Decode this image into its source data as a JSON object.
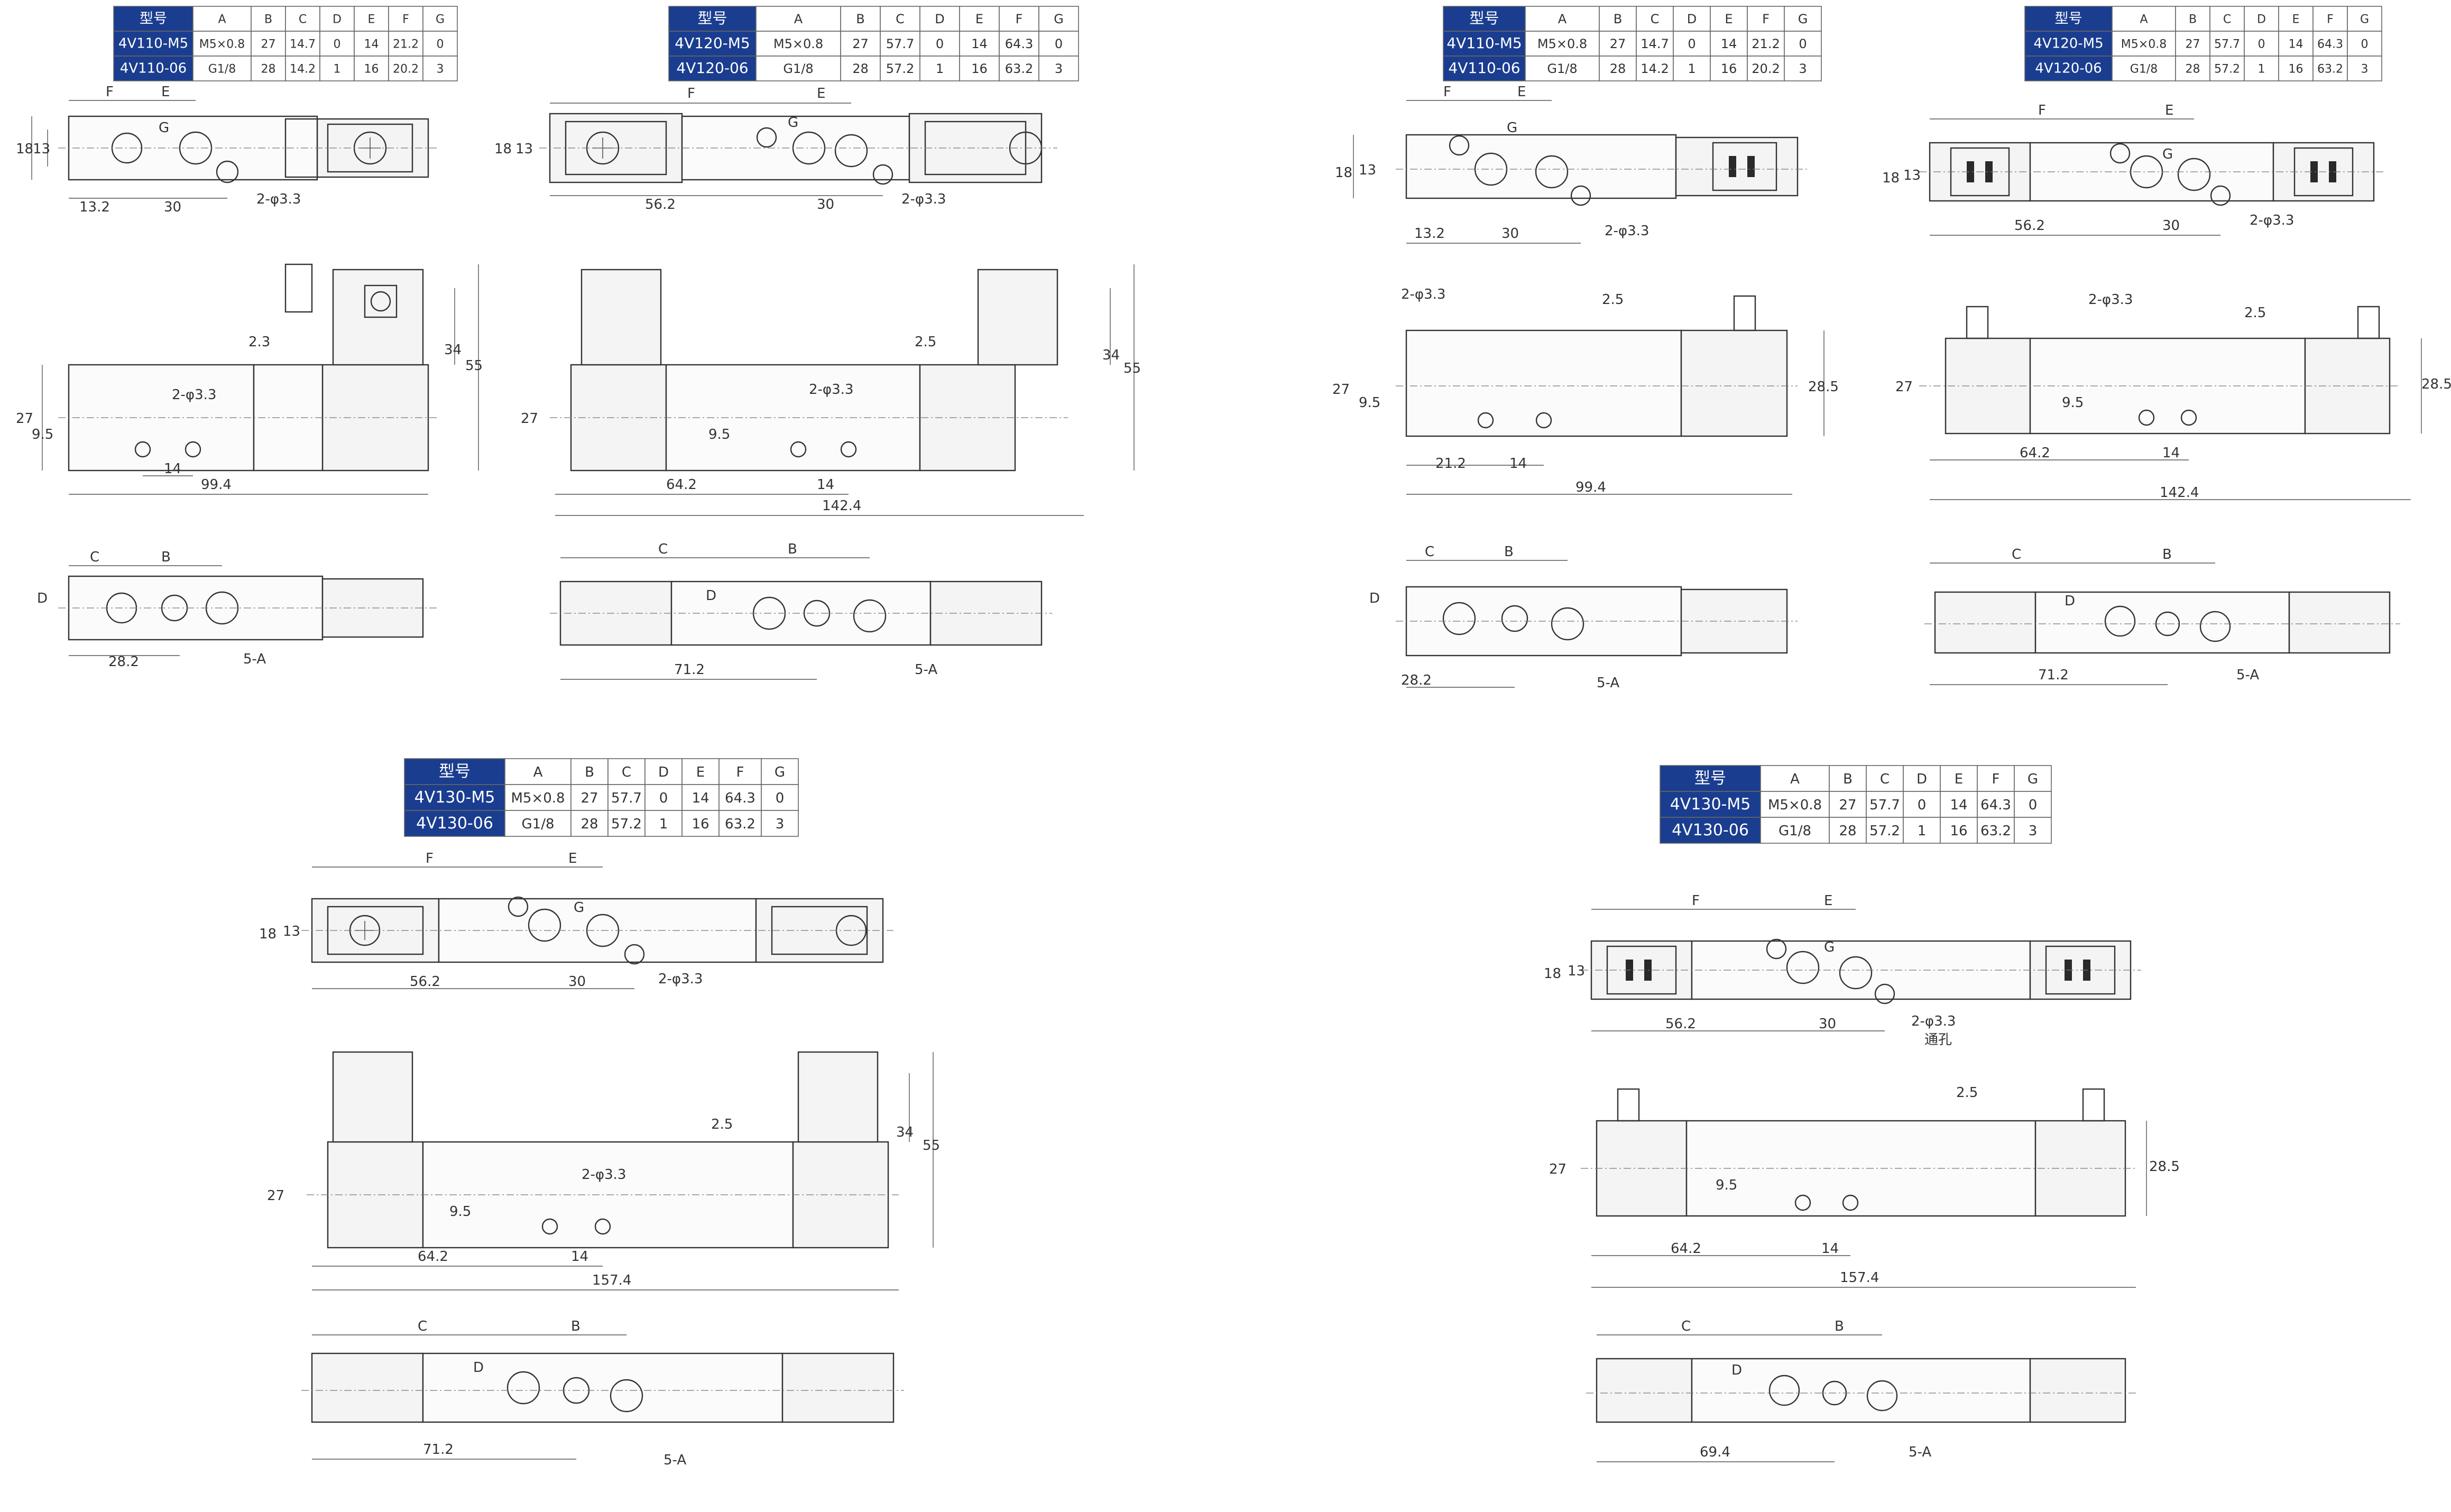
{
  "tables": [
    {
      "header": [
        "型号",
        "A",
        "B",
        "C",
        "D",
        "E",
        "F",
        "G"
      ],
      "rows": [
        [
          "4V110-M5",
          "M5×0.8",
          "27",
          "14.7",
          "0",
          "14",
          "21.2",
          "0"
        ],
        [
          "4V110-06",
          "G1/8",
          "28",
          "14.2",
          "1",
          "16",
          "20.2",
          "3"
        ]
      ]
    },
    {
      "header": [
        "型号",
        "A",
        "B",
        "C",
        "D",
        "E",
        "F",
        "G"
      ],
      "rows": [
        [
          "4V120-M5",
          "M5×0.8",
          "27",
          "57.7",
          "0",
          "14",
          "64.3",
          "0"
        ],
        [
          "4V120-06",
          "G1/8",
          "28",
          "57.2",
          "1",
          "16",
          "63.2",
          "3"
        ]
      ]
    },
    {
      "header": [
        "型号",
        "A",
        "B",
        "C",
        "D",
        "E",
        "F",
        "G"
      ],
      "rows": [
        [
          "4V110-M5",
          "M5×0.8",
          "27",
          "14.7",
          "0",
          "14",
          "21.2",
          "0"
        ],
        [
          "4V110-06",
          "G1/8",
          "28",
          "14.2",
          "1",
          "16",
          "20.2",
          "3"
        ]
      ]
    },
    {
      "header": [
        "型号",
        "A",
        "B",
        "C",
        "D",
        "E",
        "F",
        "G"
      ],
      "rows": [
        [
          "4V120-M5",
          "M5×0.8",
          "27",
          "57.7",
          "0",
          "14",
          "64.3",
          "0"
        ],
        [
          "4V120-06",
          "G1/8",
          "28",
          "57.2",
          "1",
          "16",
          "63.2",
          "3"
        ]
      ]
    },
    {
      "header": [
        "型号",
        "A",
        "B",
        "C",
        "D",
        "E",
        "F",
        "G"
      ],
      "rows": [
        [
          "4V130-M5",
          "M5×0.8",
          "27",
          "57.7",
          "0",
          "14",
          "64.3",
          "0"
        ],
        [
          "4V130-06",
          "G1/8",
          "28",
          "57.2",
          "1",
          "16",
          "63.2",
          "3"
        ]
      ]
    },
    {
      "header": [
        "型号",
        "A",
        "B",
        "C",
        "D",
        "E",
        "F",
        "G"
      ],
      "rows": [
        [
          "4V130-M5",
          "M5×0.8",
          "27",
          "57.7",
          "0",
          "14",
          "64.3",
          "0"
        ],
        [
          "4V130-06",
          "G1/8",
          "28",
          "57.2",
          "1",
          "16",
          "63.2",
          "3"
        ]
      ]
    }
  ],
  "drawings": [
    {
      "top": {
        "F": "F",
        "E": "E",
        "G": "G",
        "h1": "18",
        "h2": "13",
        "w1": "13.2",
        "w2": "30",
        "hole": "2-φ3.3"
      },
      "front": {
        "dim_h": "2.3",
        "dim_34": "34",
        "dim_55": "55",
        "dim_27": "27",
        "dim_95": "9.5",
        "hole": "2-φ3.3",
        "dim_14": "14",
        "len": "99.4"
      },
      "bottom": {
        "C": "C",
        "B": "B",
        "D": "D",
        "w": "28.2",
        "port": "5-A"
      }
    },
    {
      "top": {
        "F": "F",
        "E": "E",
        "G": "G",
        "h1": "18",
        "h2": "13",
        "w1": "56.2",
        "w2": "30",
        "hole": "2-φ3.3"
      },
      "front": {
        "dim_h": "2.5",
        "dim_34": "34",
        "dim_55": "55",
        "dim_27": "27",
        "dim_95": "9.5",
        "hole": "2-φ3.3",
        "w1": "64.2",
        "dim_14": "14",
        "len": "142.4"
      },
      "bottom": {
        "C": "C",
        "B": "B",
        "D": "D",
        "w": "71.2",
        "port": "5-A"
      }
    },
    {
      "top": {
        "F": "F",
        "E": "E",
        "G": "G",
        "h1": "18",
        "h2": "13",
        "w1": "13.2",
        "w2": "30",
        "hole": "2-φ3.3"
      },
      "front": {
        "hole": "2-φ3.3",
        "dim_h": "2.5",
        "dim_27": "27",
        "dim_95": "9.5",
        "dim_285": "28.5",
        "w1": "21.2",
        "dim_14": "14",
        "len": "99.4"
      },
      "bottom": {
        "C": "C",
        "B": "B",
        "D": "D",
        "w": "28.2",
        "port": "5-A"
      }
    },
    {
      "top": {
        "F": "F",
        "E": "E",
        "G": "G",
        "h1": "18",
        "h2": "13",
        "w1": "56.2",
        "w2": "30",
        "hole": "2-φ3.3"
      },
      "front": {
        "hole": "2-φ3.3",
        "dim_h": "2.5",
        "dim_27": "27",
        "dim_95": "9.5",
        "dim_285": "28.5",
        "w1": "64.2",
        "dim_14": "14",
        "len": "142.4"
      },
      "bottom": {
        "C": "C",
        "B": "B",
        "D": "D",
        "w": "71.2",
        "port": "5-A"
      }
    },
    {
      "top": {
        "F": "F",
        "E": "E",
        "G": "G",
        "h1": "18",
        "h2": "13",
        "w1": "56.2",
        "w2": "30",
        "hole": "2-φ3.3"
      },
      "front": {
        "dim_h": "2.5",
        "dim_34": "34",
        "dim_55": "55",
        "dim_27": "27",
        "dim_95": "9.5",
        "hole": "2-φ3.3",
        "w1": "64.2",
        "dim_14": "14",
        "len": "157.4"
      },
      "bottom": {
        "C": "C",
        "B": "B",
        "D": "D",
        "w": "71.2",
        "port": "5-A"
      }
    },
    {
      "top": {
        "F": "F",
        "E": "E",
        "G": "G",
        "h1": "18",
        "h2": "13",
        "w1": "56.2",
        "w2": "30",
        "hole": "2-φ3.3",
        "through": "通孔"
      },
      "front": {
        "dim_h": "2.5",
        "dim_27": "27",
        "dim_95": "9.5",
        "dim_285": "28.5",
        "w1": "64.2",
        "dim_14": "14",
        "len": "157.4"
      },
      "bottom": {
        "C": "C",
        "B": "B",
        "D": "D",
        "w": "69.4",
        "port": "5-A"
      }
    }
  ],
  "colors": {
    "header_bg": "#1a3d8f",
    "line": "#333333",
    "table_border": "#666666"
  }
}
